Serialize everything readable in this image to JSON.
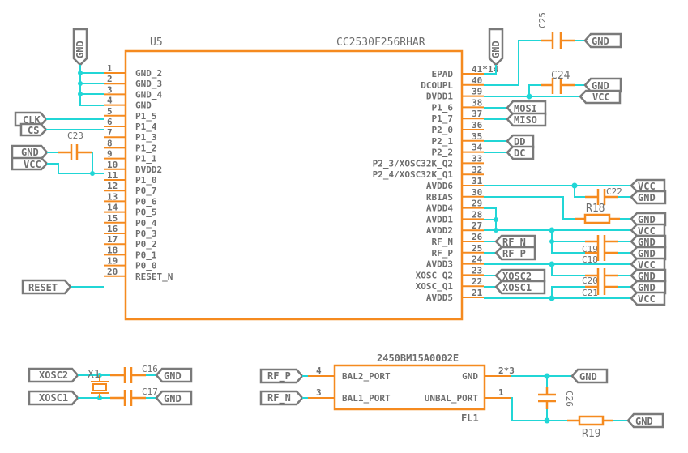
{
  "colors": {
    "wire": "#21d6d6",
    "part": "#f58a1f",
    "label": "#7a7a7a",
    "text": "#6e6e6e"
  },
  "u5": {
    "ref": "U5",
    "value": "CC2530F256RHAR",
    "left_pins": [
      {
        "num": "1",
        "name": "GND_2"
      },
      {
        "num": "2",
        "name": "GND_3"
      },
      {
        "num": "3",
        "name": "GND_4"
      },
      {
        "num": "4",
        "name": "GND"
      },
      {
        "num": "5",
        "name": "P1_5"
      },
      {
        "num": "6",
        "name": "P1_4"
      },
      {
        "num": "7",
        "name": "P1_3"
      },
      {
        "num": "8",
        "name": "P1_2"
      },
      {
        "num": "9",
        "name": "P1_1"
      },
      {
        "num": "10",
        "name": "DVDD2"
      },
      {
        "num": "11",
        "name": "P1_0"
      },
      {
        "num": "12",
        "name": "P0_7"
      },
      {
        "num": "13",
        "name": "P0_6"
      },
      {
        "num": "14",
        "name": "P0_5"
      },
      {
        "num": "15",
        "name": "P0_4"
      },
      {
        "num": "16",
        "name": "P0_3"
      },
      {
        "num": "17",
        "name": "P0_2"
      },
      {
        "num": "18",
        "name": "P0_1"
      },
      {
        "num": "19",
        "name": "P0_0"
      },
      {
        "num": "20",
        "name": "RESET_N"
      }
    ],
    "right_pins": [
      {
        "num": "41*14",
        "name": "EPAD"
      },
      {
        "num": "40",
        "name": "DCOUPL"
      },
      {
        "num": "39",
        "name": "DVDD1"
      },
      {
        "num": "38",
        "name": "P1_6"
      },
      {
        "num": "37",
        "name": "P1_7"
      },
      {
        "num": "36",
        "name": "P2_0"
      },
      {
        "num": "35",
        "name": "P2_1"
      },
      {
        "num": "34",
        "name": "P2_2"
      },
      {
        "num": "33",
        "name": "P2_3/XOSC32K_Q2"
      },
      {
        "num": "32",
        "name": "P2_4/XOSC32K_Q1"
      },
      {
        "num": "31",
        "name": "AVDD6"
      },
      {
        "num": "30",
        "name": "RBIAS"
      },
      {
        "num": "29",
        "name": "AVDD4"
      },
      {
        "num": "28",
        "name": "AVDD1"
      },
      {
        "num": "27",
        "name": "AVDD2"
      },
      {
        "num": "26",
        "name": "RF_N"
      },
      {
        "num": "25",
        "name": "RF_P"
      },
      {
        "num": "24",
        "name": "AVDD3"
      },
      {
        "num": "23",
        "name": "XOSC_Q2"
      },
      {
        "num": "22",
        "name": "XOSC_Q1"
      },
      {
        "num": "21",
        "name": "AVDD5"
      }
    ]
  },
  "fl1": {
    "ref": "FL1",
    "value": "2450BM15A0002E",
    "pins": [
      {
        "num": "4",
        "name": "BAL2_PORT"
      },
      {
        "num": "3",
        "name": "BAL1_PORT"
      },
      {
        "num": "2*3",
        "name": "GND"
      },
      {
        "num": "1",
        "name": "UNBAL_PORT"
      }
    ]
  },
  "components": {
    "c16": "C16",
    "c17": "C17",
    "c18": "C18",
    "c19": "C19",
    "c20": "C20",
    "c21": "C21",
    "c22": "C22",
    "c23": "C23",
    "c24": "C24",
    "c25": "C25",
    "c26": "C26",
    "r18": "R18",
    "r19": "R19",
    "x1": "X1"
  },
  "net_labels": {
    "gnd": "GND",
    "vcc": "VCC",
    "clk": "CLK",
    "cs": "CS",
    "reset": "RESET",
    "mosi": "MOSI",
    "miso": "MISO",
    "dd": "DD",
    "dc": "DC",
    "rf_n": "RF_N",
    "rf_p": "RF_P",
    "xosc1": "XOSC1",
    "xosc2": "XOSC2"
  }
}
